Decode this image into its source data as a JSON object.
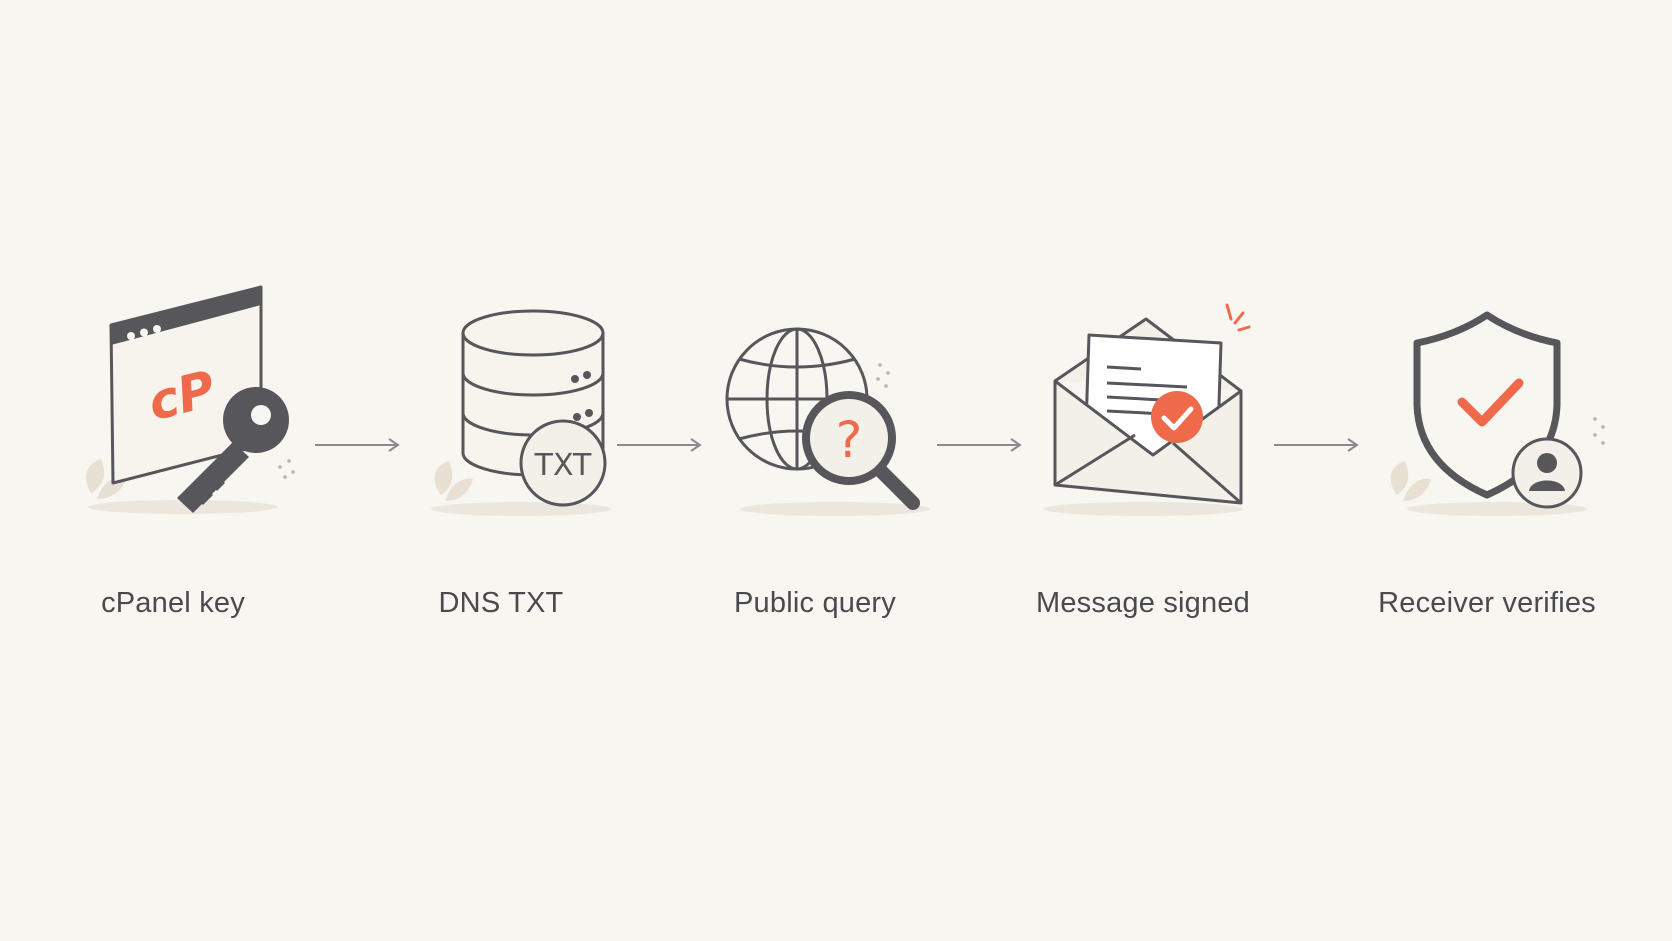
{
  "colors": {
    "background": "#f8f6f1",
    "stroke": "#56565b",
    "accent": "#ef6a4b",
    "fill_light": "#f3f0ea",
    "leaf": "#e7e0d3"
  },
  "steps": [
    {
      "label": "cPanel key",
      "icon": "browser-window-with-key-icon",
      "logo_text": "cP"
    },
    {
      "label": "DNS TXT",
      "icon": "database-txt-record-icon",
      "badge_text": "TXT"
    },
    {
      "label": "Public query",
      "icon": "globe-with-magnifier-question-icon",
      "badge_text": "?"
    },
    {
      "label": "Message signed",
      "icon": "envelope-with-check-icon"
    },
    {
      "label": "Receiver verifies",
      "icon": "shield-check-with-user-icon"
    }
  ],
  "arrows": [
    {
      "from": "cPanel key",
      "to": "DNS TXT"
    },
    {
      "from": "DNS TXT",
      "to": "Public query"
    },
    {
      "from": "Public query",
      "to": "Message signed"
    },
    {
      "from": "Message signed",
      "to": "Receiver verifies"
    }
  ]
}
